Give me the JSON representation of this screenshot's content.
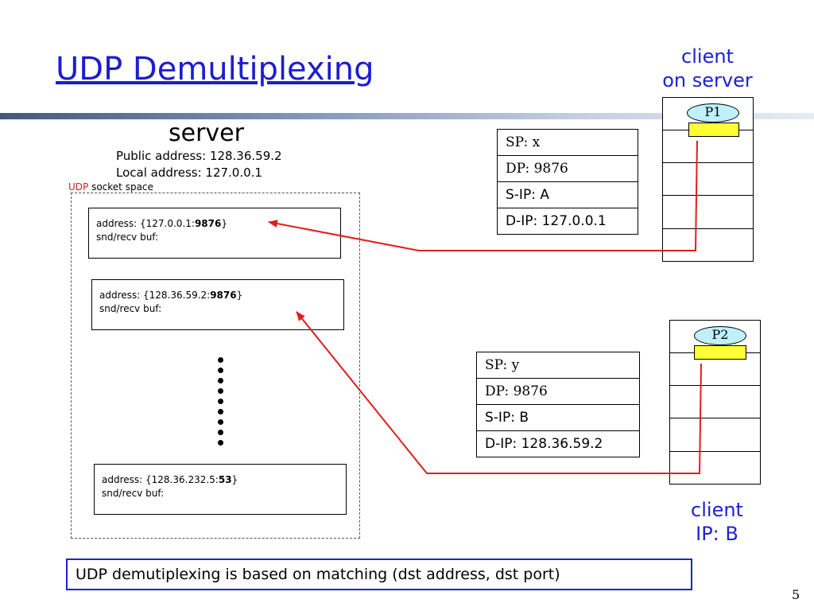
{
  "slide": {
    "title": "UDP Demultiplexing",
    "slide_number": "5",
    "note": "UDP demutiplexing is based on matching (dst address, dst port)"
  },
  "client_top": {
    "label_line1": "client",
    "label_line2": "on server",
    "process": "P1"
  },
  "client_bottom": {
    "label_line1": "client",
    "label_line2": "IP: B",
    "process": "P2"
  },
  "server": {
    "title": "server",
    "public_address": "Public address: 128.36.59.2",
    "local_address": "Local address: 127.0.0.1",
    "socket_space_prefix": "UDP",
    "socket_space_suffix": " socket space",
    "sockets": [
      {
        "address_prefix": "address:  {127.0.0.1:",
        "port": "9876",
        "address_suffix": "}",
        "buf": "snd/recv buf:"
      },
      {
        "address_prefix": "address:  {128.36.59.2:",
        "port": "9876",
        "address_suffix": "}",
        "buf": "snd/recv buf:"
      },
      {
        "address_prefix": "address:  {128.36.232.5:",
        "port": "53",
        "address_suffix": "}",
        "buf": "snd/recv buf:"
      }
    ]
  },
  "header_top": {
    "sp": "SP: x",
    "dp": "DP: 9876",
    "sip": "S-IP: A",
    "dip": "D-IP: 127.0.0.1"
  },
  "header_bottom": {
    "sp": "SP: y",
    "dp": "DP: 9876",
    "sip": "S-IP: B",
    "dip": "D-IP: 128.36.59.2"
  },
  "colors": {
    "title": "#1c1ccf",
    "client_label": "#1e22d2",
    "arrow": "#e21d1d",
    "process_oval": "#bff0fb",
    "port": "#ffff33",
    "note_border": "#1e22c8"
  }
}
